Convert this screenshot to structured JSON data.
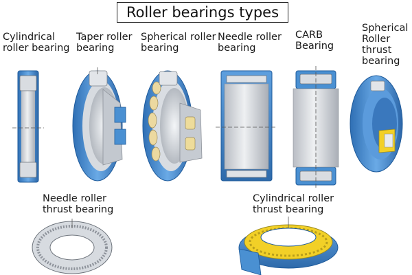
{
  "title": "Roller bearings types",
  "colors": {
    "blue": "#4a90d2",
    "blue_dark": "#1e5a9a",
    "steel": "#c9ccd2",
    "steel_light": "#e7e9ec",
    "steel_dark": "#8d929a",
    "yellow": "#f2d027"
  },
  "bearings": [
    {
      "id": "cylindrical",
      "lines": [
        "Cylindrical",
        "roller bearing"
      ]
    },
    {
      "id": "taper",
      "lines": [
        "Taper roller",
        "bearing"
      ]
    },
    {
      "id": "spherical",
      "lines": [
        "Spherical roller",
        "bearing"
      ]
    },
    {
      "id": "needle",
      "lines": [
        "Needle roller",
        "bearing"
      ]
    },
    {
      "id": "carb",
      "lines": [
        "CARB",
        "Bearing"
      ]
    },
    {
      "id": "spherical-thrust",
      "lines": [
        "Spherical",
        "Roller",
        "thrust",
        "bearing"
      ]
    },
    {
      "id": "needle-thrust",
      "lines": [
        "Needle roller",
        "thrust  bearing"
      ]
    },
    {
      "id": "cylindrical-thrust",
      "lines": [
        "Cylindrical roller",
        "thrust bearing"
      ]
    }
  ]
}
